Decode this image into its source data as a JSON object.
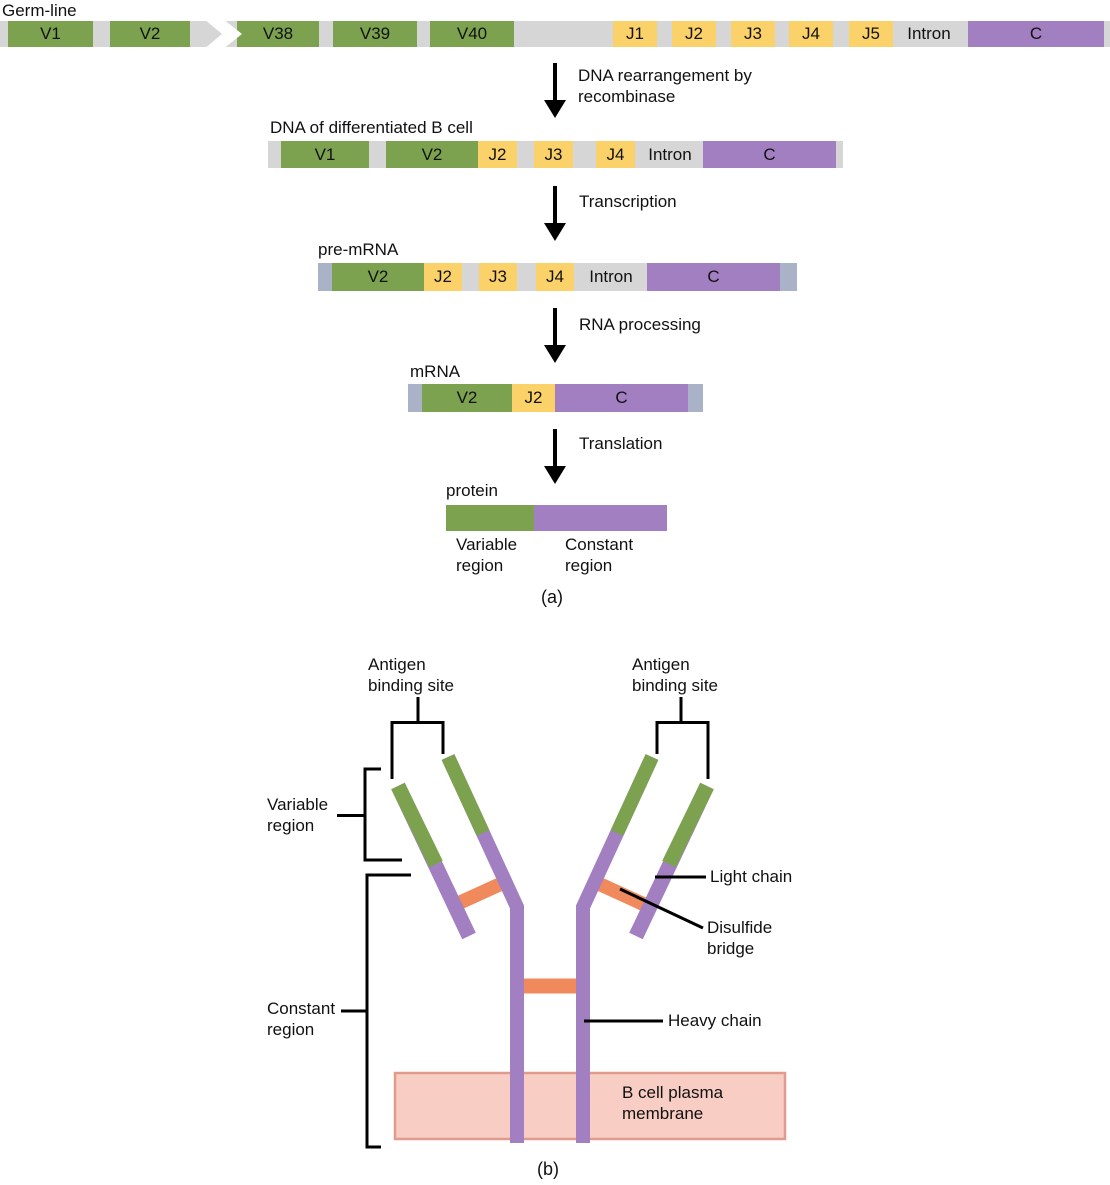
{
  "colors": {
    "segment_green": "#7CA24F",
    "segment_yellow": "#FBD169",
    "segment_purple": "#A27FC1",
    "dna_track_gray": "#D6D6D6",
    "mrna_cap_bluegray": "#A9B2C6",
    "disulfide_orange": "#F08A5C",
    "membrane_fill": "#F8CDC3",
    "membrane_border": "#E09B8C"
  },
  "part_a": {
    "germline_label": "Germ-line",
    "germline_segments": {
      "v1": "V1",
      "v2": "V2",
      "v38": "V38",
      "v39": "V39",
      "v40": "V40",
      "j1": "J1",
      "j2": "J2",
      "j3": "J3",
      "j4": "J4",
      "j5": "J5",
      "intron": "Intron",
      "c": "C"
    },
    "arrow1_label": "DNA rearrangement by recombinase",
    "bcell_label": "DNA of differentiated B cell",
    "bcell_segments": {
      "v1": "V1",
      "v2": "V2",
      "j2": "J2",
      "j3": "J3",
      "j4": "J4",
      "intron": "Intron",
      "c": "C"
    },
    "arrow2_label": "Transcription",
    "premrna_label": "pre-mRNA",
    "premrna_segments": {
      "v2": "V2",
      "j2": "J2",
      "j3": "J3",
      "j4": "J4",
      "intron": "Intron",
      "c": "C"
    },
    "arrow3_label": "RNA processing",
    "mrna_label": "mRNA",
    "mrna_segments": {
      "v2": "V2",
      "j2": "J2",
      "c": "C"
    },
    "arrow4_label": "Translation",
    "protein_label": "protein",
    "variable_region_label": "Variable region",
    "constant_region_label": "Constant region",
    "caption": "(a)"
  },
  "part_b": {
    "antigen_binding_site_left": "Antigen binding site",
    "antigen_binding_site_right": "Antigen binding site",
    "variable_region_label": "Variable region",
    "constant_region_label": "Constant region",
    "light_chain_label": "Light chain",
    "disulfide_bridge_label": "Disulfide bridge",
    "heavy_chain_label": "Heavy chain",
    "membrane_label": "B cell plasma membrane",
    "caption": "(b)"
  }
}
